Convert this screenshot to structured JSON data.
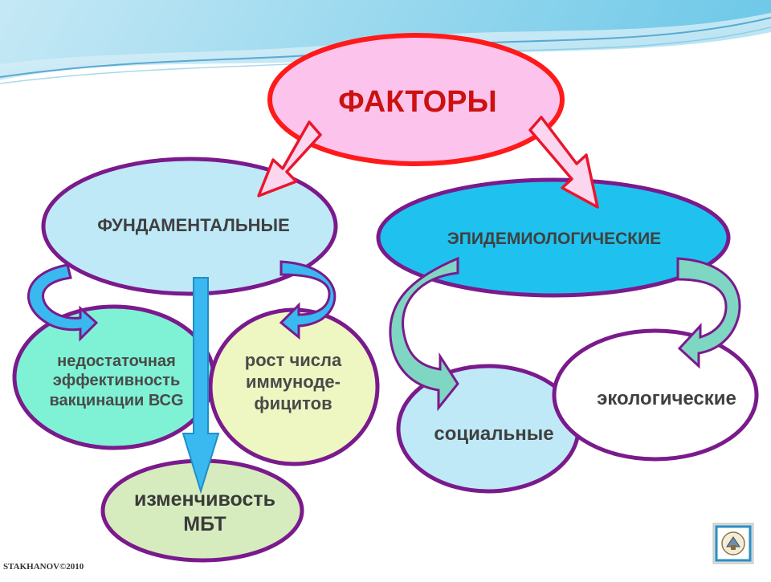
{
  "diagram": {
    "title": "ФАКТОРЫ",
    "fundamental": {
      "label": "ФУНДАМЕНТАЛЬНЫЕ",
      "children": {
        "vaccination": [
          "недостаточная",
          "эффективность",
          "вакцинации ВСG"
        ],
        "immunodeficiency": [
          "рост числа",
          "иммуноде-",
          "фицитов"
        ],
        "variability": [
          "изменчивость",
          "МБТ"
        ]
      }
    },
    "epidemiological": {
      "label": "ЭПИДЕМИОЛОГИЧЕСКИЕ",
      "children": {
        "social": "социальные",
        "ecological": "экологические"
      }
    }
  },
  "footer": {
    "copyright": "STAKHANOV©2010"
  },
  "nav": {
    "icon": "slide-logo-icon"
  },
  "colors": {
    "title_fill": "#fcc4ec",
    "title_stroke": "#ff1a1a",
    "fundamental_fill": "#bfe9f7",
    "epid_fill": "#1fc2ee",
    "child_fill": "#7ff2d5",
    "mbt_fill": "#d6ecbe",
    "immuno_fill": "#eef6c2",
    "oval_stroke": "#7a1a8c",
    "arrow_blue": "#3ab8f0",
    "arrow_teal": "#7fd6c2"
  }
}
